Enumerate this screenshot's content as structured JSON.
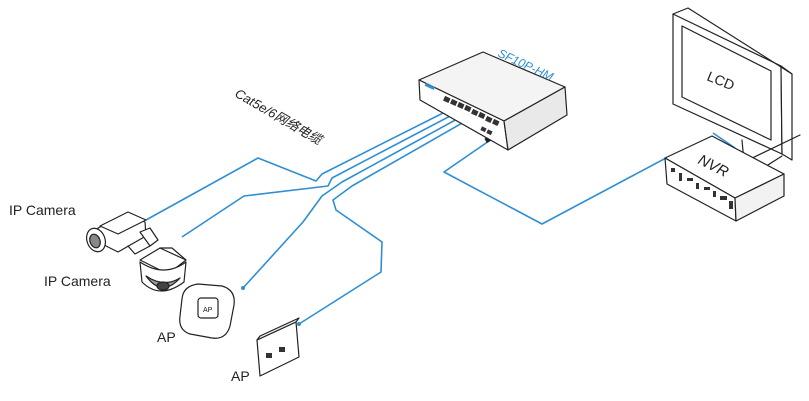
{
  "switch": {
    "model": "SF10P-HM"
  },
  "cable": {
    "label": "Cat5e/6网络电缆"
  },
  "devices": {
    "camera_bullet": "IP Camera",
    "camera_dome": "IP Camera",
    "ap_ceiling": "AP",
    "ap_wall": "AP",
    "nvr": "NVR",
    "monitor": "LCD"
  },
  "colors": {
    "cable": "#2f8fd1",
    "outline": "#222222",
    "model_text": "#2f8fd1"
  }
}
